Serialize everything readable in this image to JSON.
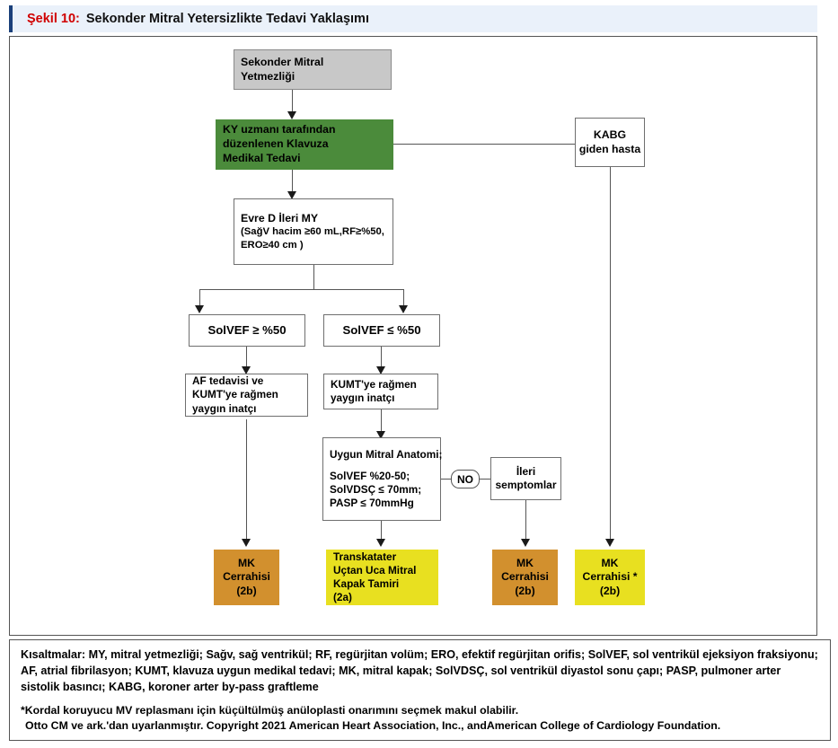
{
  "header": {
    "figure_label": "Şekil 10:",
    "title": "Sekonder Mitral Yetersizlikte Tedavi Yaklaşımı"
  },
  "flowchart": {
    "nodes": {
      "start": {
        "line1": "Sekonder Mitral",
        "line2": "Yetmezliği",
        "color": "#c8c8c8"
      },
      "gdmt": {
        "line1": "KY uzmanı tarafından",
        "line2": "düzenlenen Klavuza",
        "line3": "Medikal Tedavi",
        "color": "#4b8b3b"
      },
      "cabg": {
        "line1": "KABG",
        "line2": "giden hasta",
        "color": "#ffffff"
      },
      "stage_d": {
        "line1": "Evre D İleri MY",
        "line2": "(SağV hacim ≥60 mL,RF≥%50,",
        "line3": "ERO≥40 cm )",
        "color": "#ffffff"
      },
      "lvef_high": {
        "line1": "SolVEF ≥ %50",
        "color": "#ffffff"
      },
      "lvef_low": {
        "line1": "SolVEF ≤ %50",
        "color": "#ffffff"
      },
      "af_refractory": {
        "line1": "AF tedavisi ve",
        "line2": "KUMT'ye rağmen",
        "line3": "yaygın inatçı",
        "color": "#ffffff"
      },
      "gdmt_refractory": {
        "line1": "KUMT'ye rağmen",
        "line2": "yaygın inatçı",
        "color": "#ffffff"
      },
      "anatomy": {
        "line1": "Uygun Mitral Anatomi;",
        "line2": "SolVEF %20-50;",
        "line3": "SolVDSÇ ≤ 70mm;",
        "line4": "PASP ≤ 70mmHg",
        "color": "#ffffff"
      },
      "no_label": {
        "text": "NO"
      },
      "advanced_symptoms": {
        "line1": "İleri",
        "line2": "semptomlar",
        "color": "#ffffff"
      },
      "outcome_1": {
        "line1": "MK",
        "line2": "Cerrahisi",
        "line3": "(2b)",
        "color": "#d2902e"
      },
      "outcome_2": {
        "line1": "Transkatater",
        "line2": "Uçtan Uca Mitral",
        "line3": "Kapak Tamiri",
        "line4": "(2a)",
        "color": "#e8e020"
      },
      "outcome_3": {
        "line1": "MK",
        "line2": "Cerrahisi",
        "line3": "(2b)",
        "color": "#d2902e"
      },
      "outcome_4": {
        "line1": "MK",
        "line2": "Cerrahisi *",
        "line3": "(2b)",
        "color": "#e8e020"
      }
    }
  },
  "footer": {
    "abbreviations": "Kısaltmalar: MY, mitral yetmezliği; Sağv, sağ ventrikül; RF, regürjitan volüm; ERO, efektif regürjitan orifis; SolVEF, sol ventrikül ejeksiyon fraksiyonu; AF, atrial fibrilasyon; KUMT, klavuza uygun medikal tedavi; MK, mitral kapak; SolVDSÇ, sol ventrikül diyastol sonu çapı; PASP, pulmoner arter sistolik basıncı; KABG, koroner arter by-pass graftleme",
    "footnote_1": "*Kordal koruyucu MV replasmanı için küçültülmüş anüloplasti onarımını seçmek makul olabilir.",
    "footnote_2": "Otto CM ve ark.'dan uyarlanmıştır. Copyright 2021 American Heart Association, Inc., andAmerican College of Cardiology Foundation."
  }
}
